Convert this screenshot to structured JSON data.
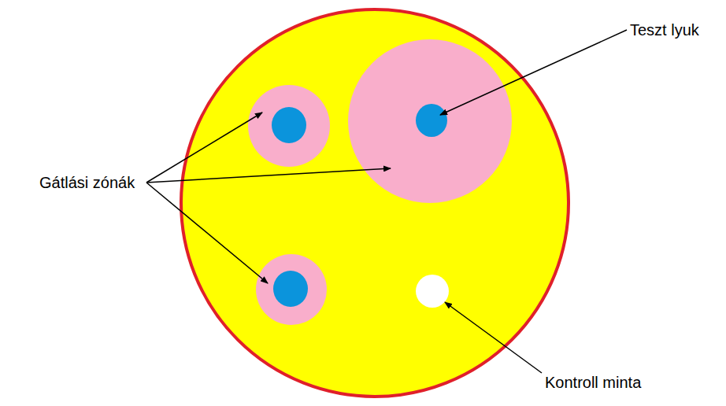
{
  "diagram": {
    "labels": [
      "Teszt lyuk",
      "Gátlási zónák",
      "Kontroll minta"
    ]
  }
}
